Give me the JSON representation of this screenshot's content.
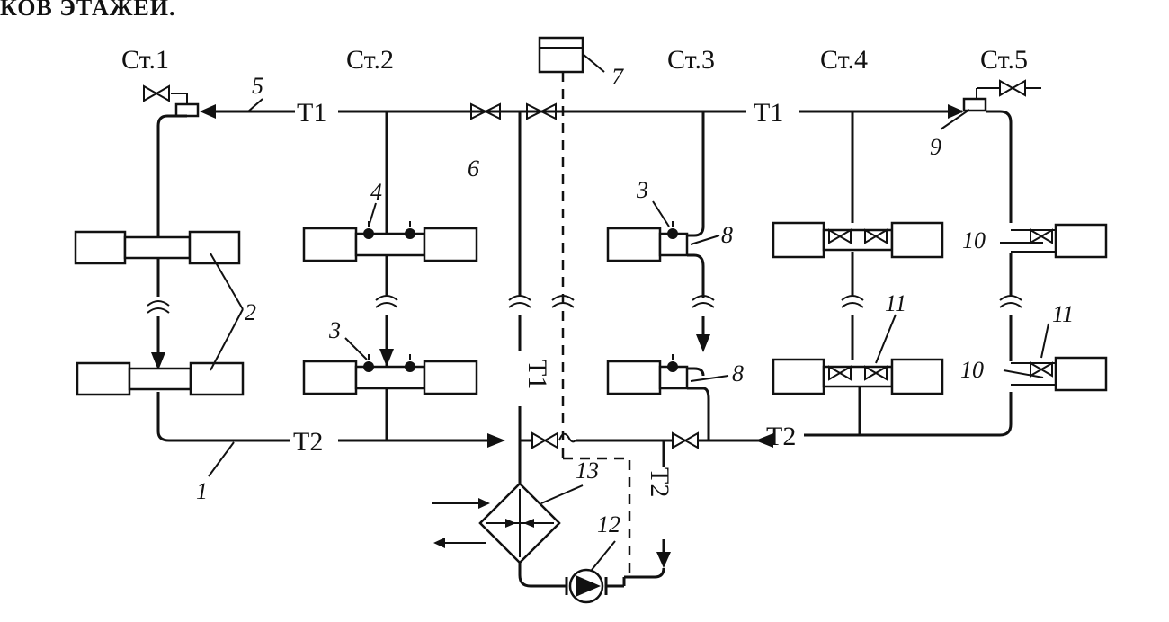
{
  "header_fragment": "КОВ ЭТАЖЕЙ.",
  "stoyaki": [
    "Ст.1",
    "Ст.2",
    "Ст.3",
    "Ст.4",
    "Ст.5"
  ],
  "pipe_labels": {
    "supply": "Т1",
    "return": "Т2"
  },
  "callouts": {
    "n1": "1",
    "n2": "2",
    "n3": "3",
    "n4": "4",
    "n5": "5",
    "n6": "6",
    "n7": "7",
    "n8": "8",
    "n9": "9",
    "n10": "10",
    "n11": "11",
    "n12": "12",
    "n13": "13"
  }
}
